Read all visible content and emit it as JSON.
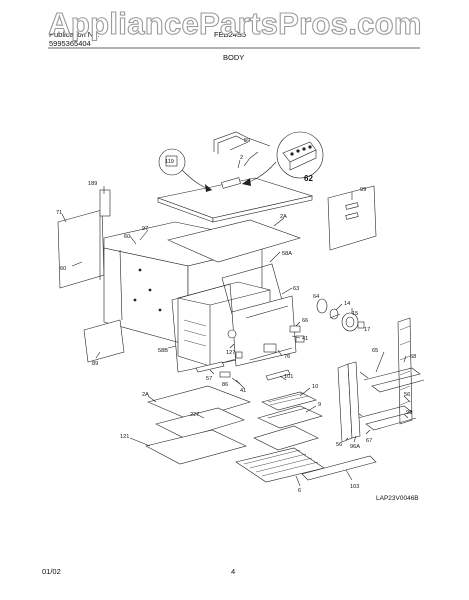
{
  "watermark": "AppliancePartsPros.com",
  "header": {
    "publication_label": "Publication No.",
    "publication_no": "5995365404",
    "model": "FEB24S5",
    "section": "BODY"
  },
  "footer": {
    "date": "01/02",
    "page": "4",
    "diagram_id": "LAP23V0046B"
  },
  "callouts": {
    "c59": "59",
    "c2": "2",
    "c119": "119",
    "c62": "62",
    "c189": "189",
    "c99": "99",
    "c71": "71",
    "c97": "97",
    "c2A_top": "2A",
    "c60a": "60",
    "c60b": "60",
    "c58A": "58A",
    "c63": "63",
    "c64": "64",
    "c14": "14",
    "c15": "15",
    "c17": "17",
    "c66": "66",
    "c41a": "41",
    "c76": "76",
    "c127": "127",
    "c58B": "58B",
    "c89": "89",
    "c65": "65",
    "c68": "68",
    "c57": "57",
    "c86": "86",
    "c41b": "41",
    "c101": "101",
    "c10": "10",
    "c9": "9",
    "c2A_bot": "2A",
    "c227": "227",
    "c121": "121",
    "c56a": "56",
    "c56b": "56",
    "c98": "98",
    "c96A": "96A",
    "c67": "67",
    "c6": "6",
    "c103": "103"
  }
}
